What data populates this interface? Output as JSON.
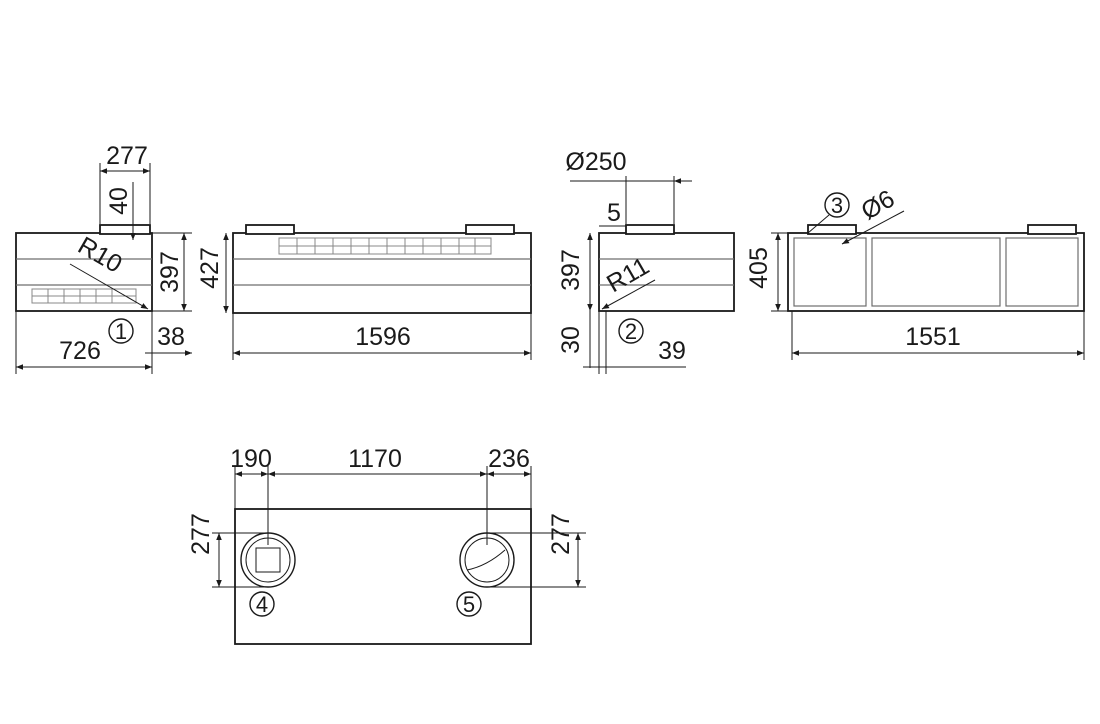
{
  "dimensions": {
    "front_top_width": "277",
    "front_stub_height": "40",
    "front_radius": "R10",
    "front_height": "397",
    "front_depth": "726",
    "front_offset": "38",
    "side_height": "427",
    "side_length": "1596",
    "end_diameter": "Ø250",
    "end_offset": "5",
    "end_height": "397",
    "end_radius": "R11",
    "end_bottom": "30",
    "end_offset2": "39",
    "rear_height": "405",
    "rear_diameter": "Ø6",
    "rear_length": "1551",
    "top_left": "190",
    "top_middle": "1170",
    "top_right": "236",
    "top_spigot_left": "277",
    "top_spigot_right": "277"
  },
  "callouts": [
    "1",
    "2",
    "3",
    "4",
    "5"
  ]
}
